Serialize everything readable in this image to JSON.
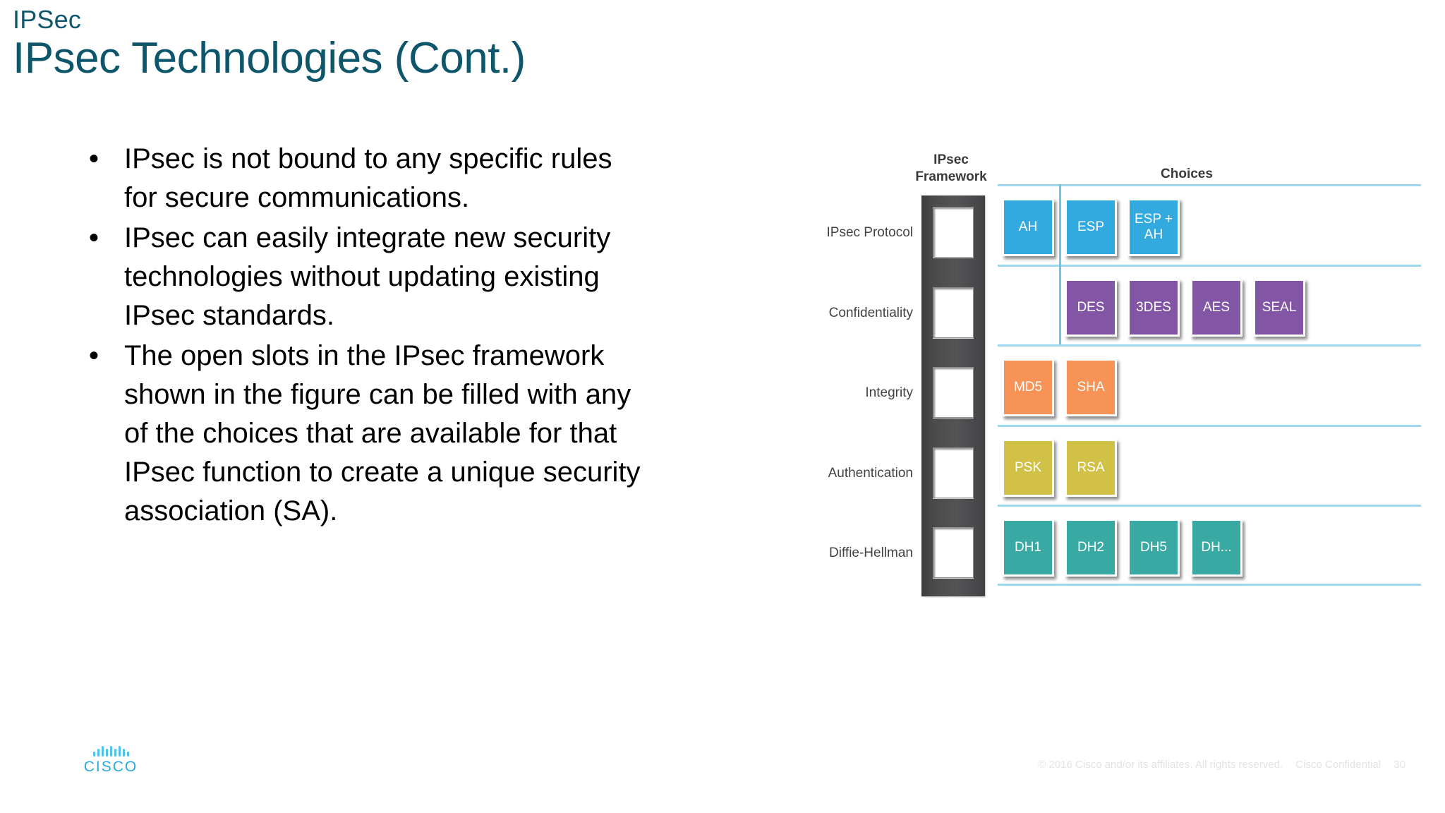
{
  "slide": {
    "eyebrow": "IPSec",
    "title": "IPsec Technologies (Cont.)",
    "title_color": "#0E566C"
  },
  "bullets": [
    {
      "marker": "•",
      "text": "IPsec is not bound to any specific rules for secure communications."
    },
    {
      "marker": "•",
      "text": "IPsec can easily integrate new security technologies without updating existing IPsec standards."
    },
    {
      "marker": "•",
      "text": "The open slots in the IPsec framework shown in the figure can be filled with any of the choices that are available for that IPsec function to create a unique security association (SA)."
    }
  ],
  "diagram": {
    "framework_heading": "IPsec\nFramework",
    "framework_heading_line1": "IPsec",
    "framework_heading_line2": "Framework",
    "choices_heading": "Choices",
    "rows": [
      {
        "label": "IPsec Protocol",
        "color": "#32A9DF",
        "chips": [
          {
            "label": "AH",
            "col": 0
          },
          {
            "label": "ESP",
            "col": 1
          },
          {
            "label": "ESP +\nAH",
            "line1": "ESP +",
            "line2": "AH",
            "col": 2
          }
        ]
      },
      {
        "label": "Confidentiality",
        "color": "#8256A5",
        "chips": [
          {
            "label": "DES",
            "col": 1
          },
          {
            "label": "3DES",
            "col": 2
          },
          {
            "label": "AES",
            "col": 3
          },
          {
            "label": "SEAL",
            "col": 4
          }
        ]
      },
      {
        "label": "Integrity",
        "color": "#F79356",
        "chips": [
          {
            "label": "MD5",
            "col": 0
          },
          {
            "label": "SHA",
            "col": 1
          }
        ]
      },
      {
        "label": "Authentication",
        "color": "#D2C147",
        "chips": [
          {
            "label": "PSK",
            "col": 0
          },
          {
            "label": "RSA",
            "col": 1
          }
        ]
      },
      {
        "label": "Diffie-Hellman",
        "color": "#39AAA3",
        "chips": [
          {
            "label": "DH1",
            "col": 0
          },
          {
            "label": "DH2",
            "col": 1
          },
          {
            "label": "DH5",
            "col": 2
          },
          {
            "label": "DH...",
            "col": 3
          }
        ]
      }
    ],
    "rule_color": "#9CD7EE",
    "slot_count": 5
  },
  "footer": {
    "logo_wordmark": "CISCO",
    "copyright": "© 2016  Cisco and/or its affiliates. All rights reserved.",
    "confidential": "Cisco Confidential",
    "page_number": "30"
  }
}
